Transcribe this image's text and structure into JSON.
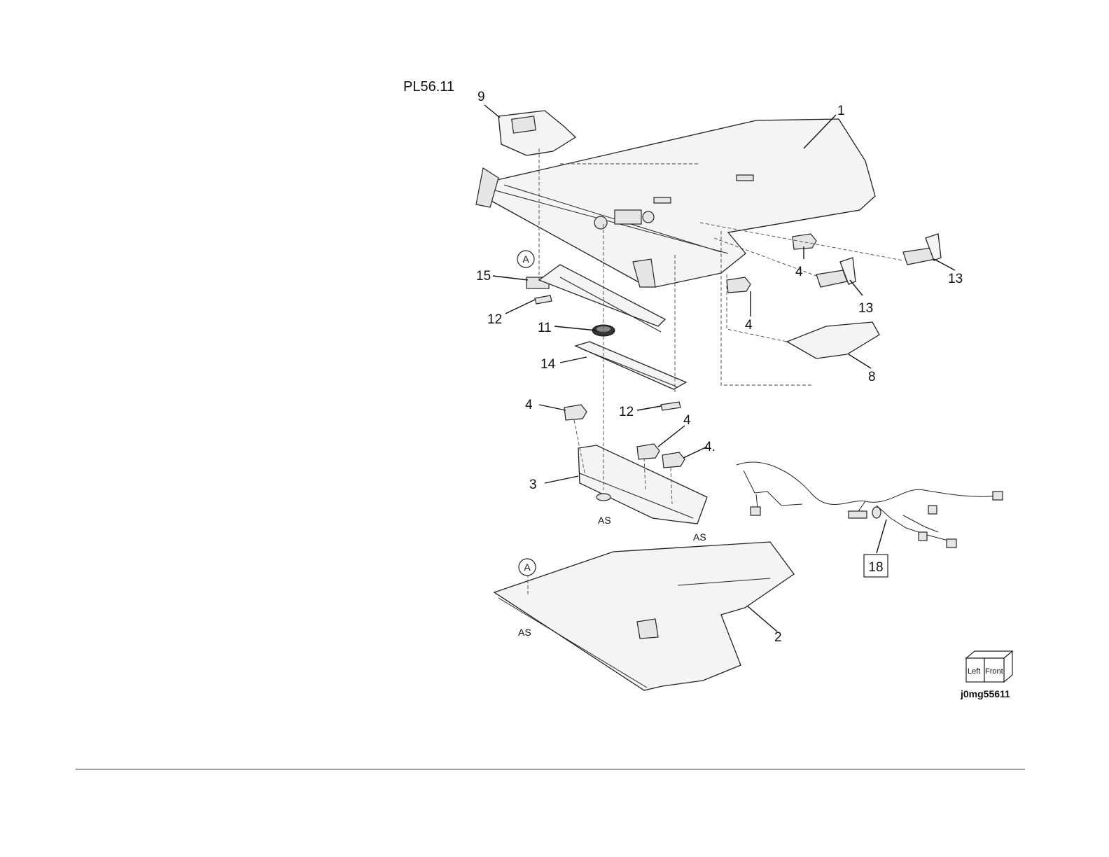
{
  "plate_id": "PL56.11",
  "figure_id": "j0mg55611",
  "orientation_cube": {
    "left_face": "Left",
    "front_face": "Front"
  },
  "reference_circle": "A",
  "callouts": {
    "c1": "1",
    "c2": "2",
    "c3": "3",
    "c4a": "4",
    "c4b": "4",
    "c4c": "4",
    "c4d": "4",
    "c4e": "4.",
    "c8": "8",
    "c9": "9",
    "c11": "11",
    "c12a": "12",
    "c12b": "12",
    "c13a": "13",
    "c13b": "13",
    "c14": "14",
    "c15": "15",
    "c18": "18"
  },
  "assembly_marks": {
    "as1": "AS",
    "as2": "AS",
    "as3": "AS"
  }
}
